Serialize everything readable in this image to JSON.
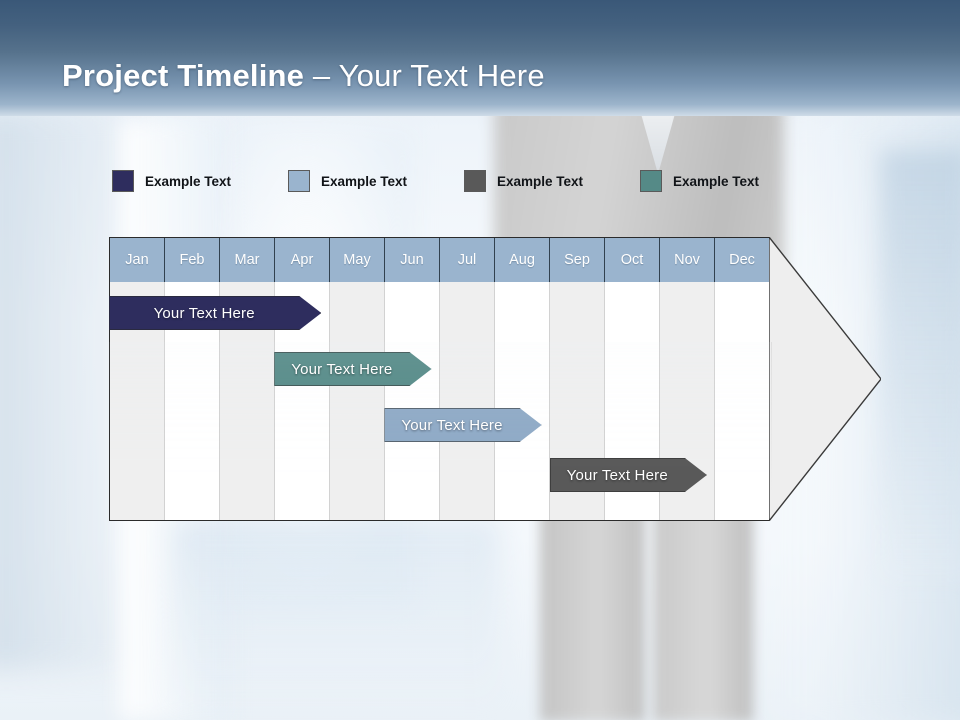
{
  "slide": {
    "title_strong": "Project Timeline",
    "title_light": " – Your Text Here"
  },
  "legend": {
    "items": [
      {
        "label": "Example Text",
        "color": "#2e2d5e",
        "name": "legend-swatch-navy"
      },
      {
        "label": "Example Text",
        "color": "#9ab4ce",
        "name": "legend-swatch-blue"
      },
      {
        "label": "Example Text",
        "color": "#595959",
        "name": "legend-swatch-gray"
      },
      {
        "label": "Example Text",
        "color": "#558a87",
        "name": "legend-swatch-teal"
      }
    ]
  },
  "timeline": {
    "months": [
      "Jan",
      "Feb",
      "Mar",
      "Apr",
      "May",
      "Jun",
      "Jul",
      "Aug",
      "Sep",
      "Oct",
      "Nov",
      "Dec"
    ],
    "header_bg": "#9ab4ce",
    "header_text_color": "#ffffff",
    "stripe_color": "#efefef",
    "arrow_head_fill": "#eeeeee",
    "arrow_head_stroke": "#3a3a3a",
    "bars": [
      {
        "label": "Your  Text Here",
        "color": "#2e2d5e",
        "start_month": "Jan",
        "end_month": "Apr",
        "row": 1
      },
      {
        "label": "Your  Text Here",
        "color": "#558a87",
        "start_month": "Apr",
        "end_month": "Jun",
        "row": 2
      },
      {
        "label": "Your  Text Here",
        "color": "#8faac6",
        "start_month": "Jun",
        "end_month": "Aug",
        "row": 3
      },
      {
        "label": "Your  Text Here",
        "color": "#595959",
        "start_month": "Sep",
        "end_month": "Nov",
        "row": 4
      }
    ]
  },
  "chart_data": {
    "type": "bar",
    "title": "Project Timeline – Your Text Here",
    "categories": [
      "Jan",
      "Feb",
      "Mar",
      "Apr",
      "May",
      "Jun",
      "Jul",
      "Aug",
      "Sep",
      "Oct",
      "Nov",
      "Dec"
    ],
    "series": [
      {
        "name": "Example Text",
        "color": "#2e2d5e",
        "start": 0,
        "end": 4,
        "label": "Your  Text Here"
      },
      {
        "name": "Example Text",
        "color": "#558a87",
        "start": 3,
        "end": 6,
        "label": "Your  Text Here"
      },
      {
        "name": "Example Text",
        "color": "#8faac6",
        "start": 5,
        "end": 9,
        "label": "Your  Text Here"
      },
      {
        "name": "Example Text",
        "color": "#595959",
        "start": 8,
        "end": 12,
        "label": "Your  Text Here"
      }
    ],
    "xlabel": "",
    "ylabel": "",
    "grid": true,
    "legend_position": "top"
  }
}
